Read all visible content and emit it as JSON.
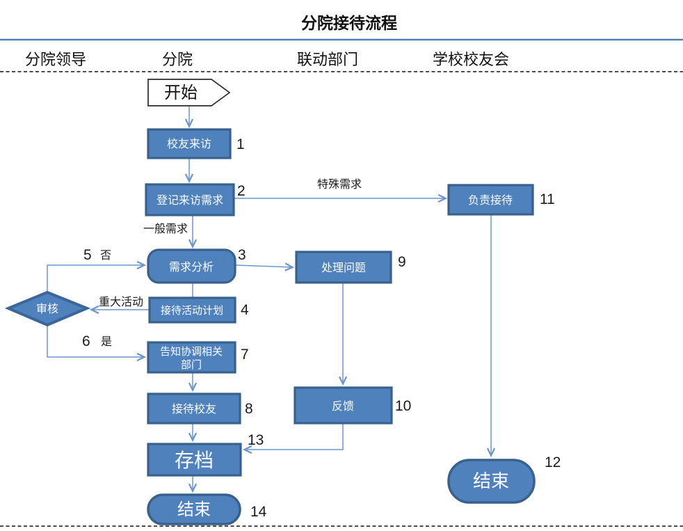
{
  "title": "分院接待流程",
  "lanes": [
    {
      "label": "分院领导"
    },
    {
      "label": "分院"
    },
    {
      "label": "联动部门"
    },
    {
      "label": "学校校友会"
    }
  ],
  "nodes": {
    "start": {
      "label": "开始"
    },
    "alumni_visit": {
      "label": "校友来访",
      "num": "1"
    },
    "register_needs": {
      "label": "登记来访需求",
      "num": "2"
    },
    "needs_analysis": {
      "label": "需求分析",
      "num": "3"
    },
    "reception_plan": {
      "label": "接待活动计划",
      "num": "4"
    },
    "review": {
      "label": "审核"
    },
    "notify_depts": {
      "lines": [
        "告知协调相关",
        "部门"
      ],
      "num": "7"
    },
    "receive_alumni": {
      "label": "接待校友",
      "num": "8"
    },
    "handle_issues": {
      "label": "处理问题",
      "num": "9"
    },
    "feedback": {
      "label": "反馈",
      "num": "10"
    },
    "responsible_reception": {
      "label": "负责接待",
      "num": "11"
    },
    "end_right": {
      "label": "结束",
      "num": "12"
    },
    "archive": {
      "label": "存档",
      "num": "13"
    },
    "end_bottom": {
      "label": "结束",
      "num": "14"
    }
  },
  "edge_labels": {
    "special_needs": "特殊需求",
    "general_needs": "一般需求",
    "major_activity": "重大活动",
    "no": {
      "num": "5",
      "label": "否"
    },
    "yes": {
      "num": "6",
      "label": "是"
    }
  },
  "colors": {
    "node_fill": "#4F81BD",
    "node_border": "#38618C",
    "connector": "#6C96CC",
    "lane_line": "#4F81BD",
    "node_text": "#FFFFFF",
    "label_text": "#111111"
  }
}
